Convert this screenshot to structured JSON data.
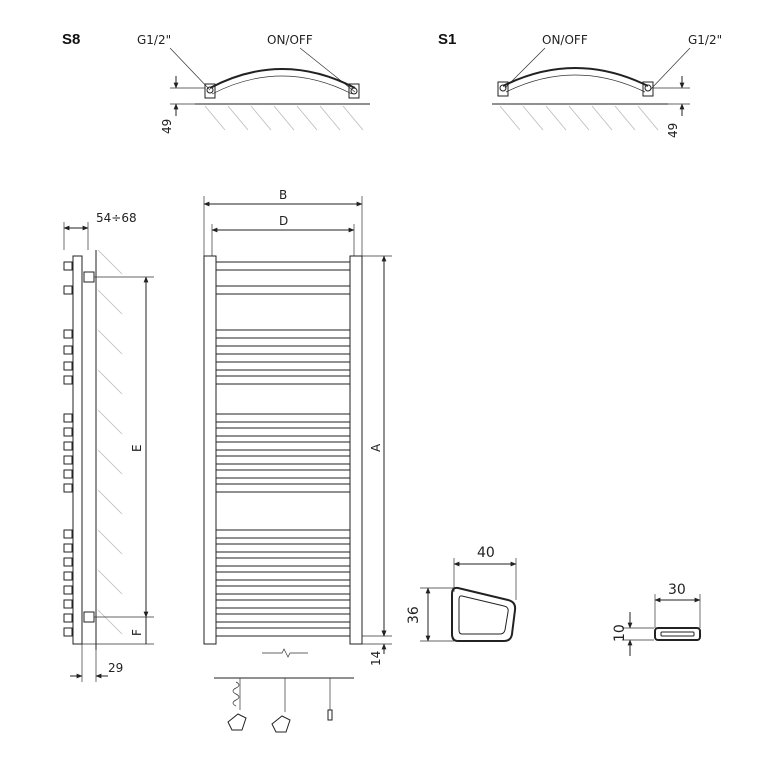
{
  "variants": {
    "s8": {
      "title": "S8",
      "connector_label": "G1/2\"",
      "switch_label": "ON/OFF",
      "height_dim": "49"
    },
    "s1": {
      "title": "S1",
      "connector_label": "G1/2\"",
      "switch_label": "ON/OFF",
      "height_dim": "49"
    }
  },
  "side_view": {
    "depth_dim": "54÷68",
    "height_label": "E",
    "bottom_label": "F",
    "wall_gap_dim": "29"
  },
  "front_view": {
    "width_outer_label": "B",
    "width_inner_label": "D",
    "height_label": "A",
    "bottom_offset_dim": "14"
  },
  "profiles": {
    "trapezoid": {
      "width_dim": "40",
      "height_dim": "36"
    },
    "flat": {
      "width_dim": "30",
      "height_dim": "10"
    }
  }
}
